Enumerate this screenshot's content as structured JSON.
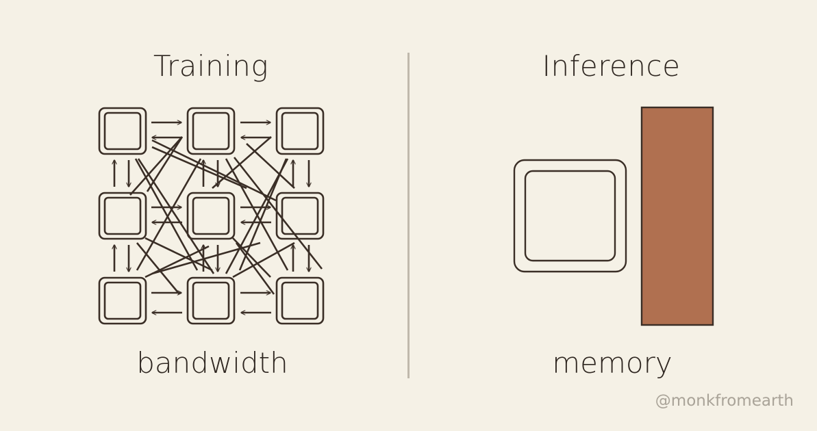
{
  "left_panel": {
    "title": "Training",
    "caption": "bandwidth",
    "grid": {
      "rows": 3,
      "cols": 3,
      "stroke_color": "#3a2e26"
    }
  },
  "right_panel": {
    "title": "Inference",
    "caption": "memory",
    "memory_bar_color": "#b07050",
    "stroke_color": "#3a2e26"
  },
  "divider_color": "#bfb9ac",
  "background_color": "#f5f1e6",
  "watermark": "@monkfromearth"
}
